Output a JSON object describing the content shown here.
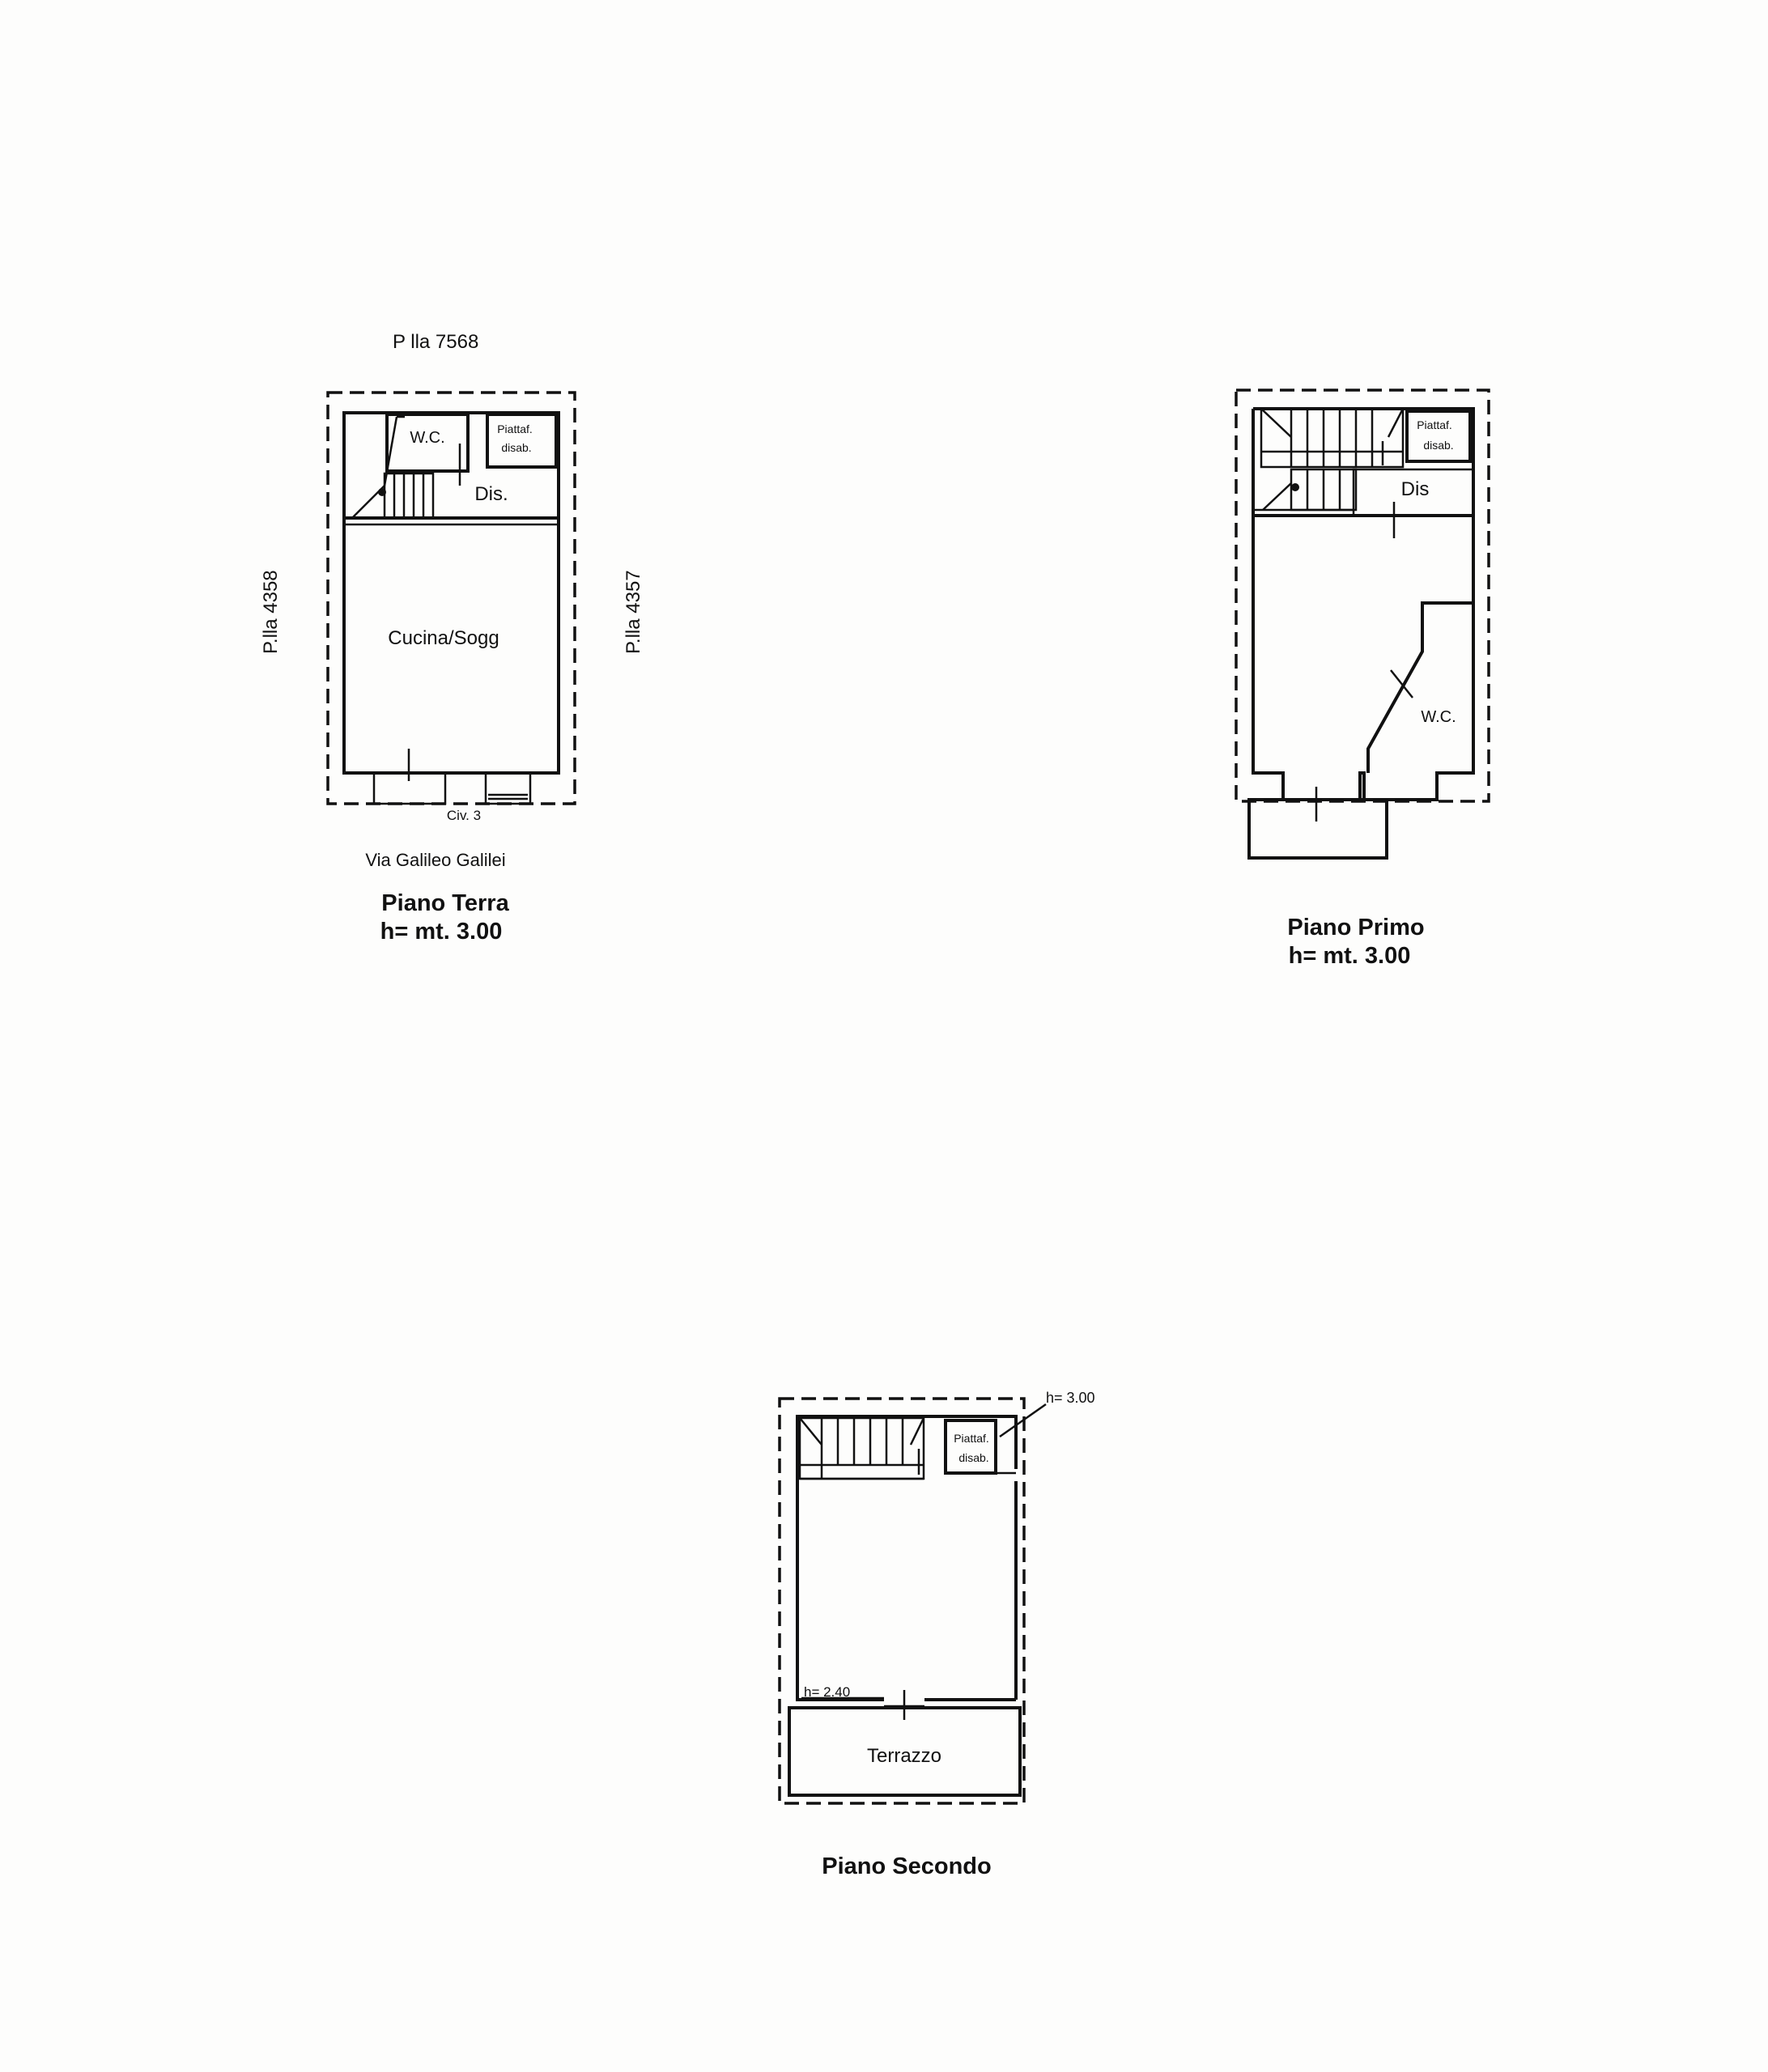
{
  "plans": {
    "ground": {
      "neighbour_top": "P lla 7568",
      "neighbour_left": "P.lla 4358",
      "neighbour_right": "P.lla 4357",
      "room_wc": "W.C.",
      "room_platform": "Piattaf.",
      "room_platform_2": "disab.",
      "room_dis": "Dis.",
      "room_main": "Cucina/Sogg",
      "civic": "Civ. 3",
      "street": "Via Galileo Galilei",
      "title": "Piano Terra",
      "height": "h= mt. 3.00"
    },
    "first": {
      "room_platform": "Piattaf.",
      "room_platform_2": "disab.",
      "room_dis": "Dis",
      "room_wc": "W.C.",
      "title": "Piano Primo",
      "height": "h= mt. 3.00"
    },
    "second": {
      "height_top": "h= 3.00",
      "room_platform": "Piattaf.",
      "room_platform_2": "disab.",
      "height_low": "h= 2.40",
      "room_terrace": "Terrazzo",
      "title": "Piano Secondo"
    }
  }
}
